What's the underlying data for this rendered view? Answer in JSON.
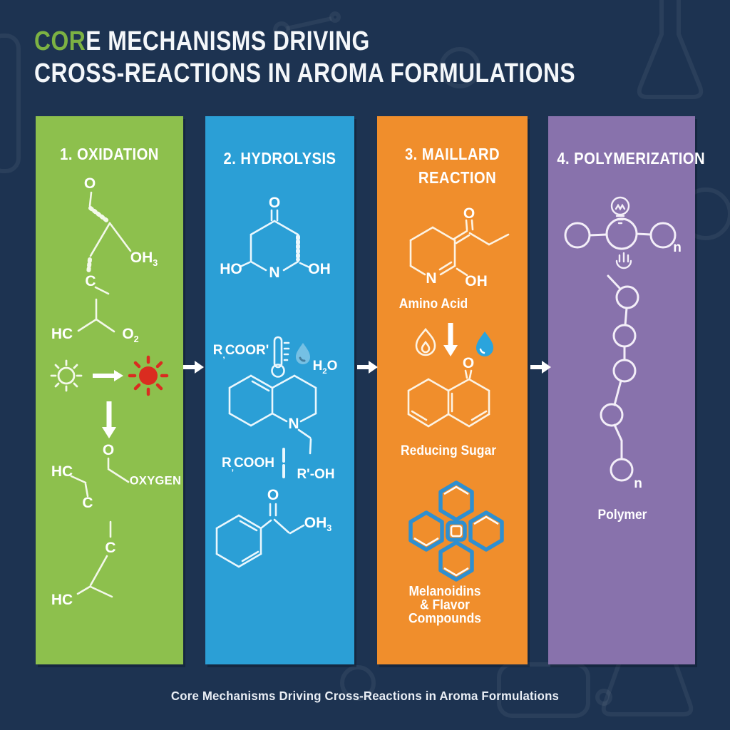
{
  "title": {
    "highlight": "COR",
    "line1_rest": "E MECHANISMS DRIVING",
    "line2": "CROSS-REACTIONS IN AROMA FORMULATIONS"
  },
  "caption": "Core Mechanisms Driving Cross-Reactions in Aroma Formulations",
  "colors": {
    "background": "#1d3351",
    "green": "#8dc04d",
    "blue": "#2b9fd6",
    "orange": "#f08e2c",
    "purple": "#8872ac",
    "title_green": "#7cb243",
    "red_sun": "#da2c20",
    "droplet_blue": "#2aa4dd",
    "melanoidin_blue": "#2e8fd0"
  },
  "icons": [
    "sun-outline-icon",
    "arrow-right-icon",
    "sun-red-icon",
    "arrow-down-icon",
    "thermometer-icon",
    "water-droplet-icon",
    "flame-icon",
    "lightbulb-icon",
    "heat-icon",
    "melanoidin-cluster-icon"
  ],
  "columns": [
    {
      "heading": "1. OXIDATION",
      "labels": {
        "o_top": "O",
        "oh3": {
          "base": "OH",
          "sub": "3"
        },
        "c1": "C",
        "hc1": "HC",
        "o2": {
          "base": "O",
          "sub": "2"
        },
        "o_low": "O",
        "oxygen": "OXYGEN",
        "hc2": "HC",
        "c2": "C",
        "c3": "C",
        "hc3": "HC"
      }
    },
    {
      "heading": "2. HYDROLYSIS",
      "labels": {
        "o_ring": "O",
        "ho": "HO",
        "n_ring": "N",
        "oh_ring": "OH",
        "rcoor": {
          "base": "R",
          "sub": ",",
          "rest": "COOR'"
        },
        "h2o": {
          "base": "H",
          "sub": "2",
          "rest": "O"
        },
        "n2": "N",
        "rcooh": {
          "base": "R",
          "sub": ",",
          "rest": "COOH"
        },
        "r_oh": "R'-OH",
        "o_low": "O",
        "oh3": {
          "base": "OH",
          "sub": "3"
        }
      }
    },
    {
      "heading": "3. MAILLARD",
      "heading2": "REACTION",
      "labels": {
        "o_top": "O",
        "n_ring": "N",
        "oh_ring": "OH",
        "amino_acid": "Amino Acid",
        "o_mid": "O",
        "reducing_sugar": "Reducing Sugar",
        "mel1": "Melanoidins",
        "mel2": "& Flavor",
        "mel3": "Compounds"
      }
    },
    {
      "heading": "4. POLYMERIZATION",
      "labels": {
        "n1": "n",
        "n2": "n",
        "polymer": "Polymer"
      }
    }
  ]
}
